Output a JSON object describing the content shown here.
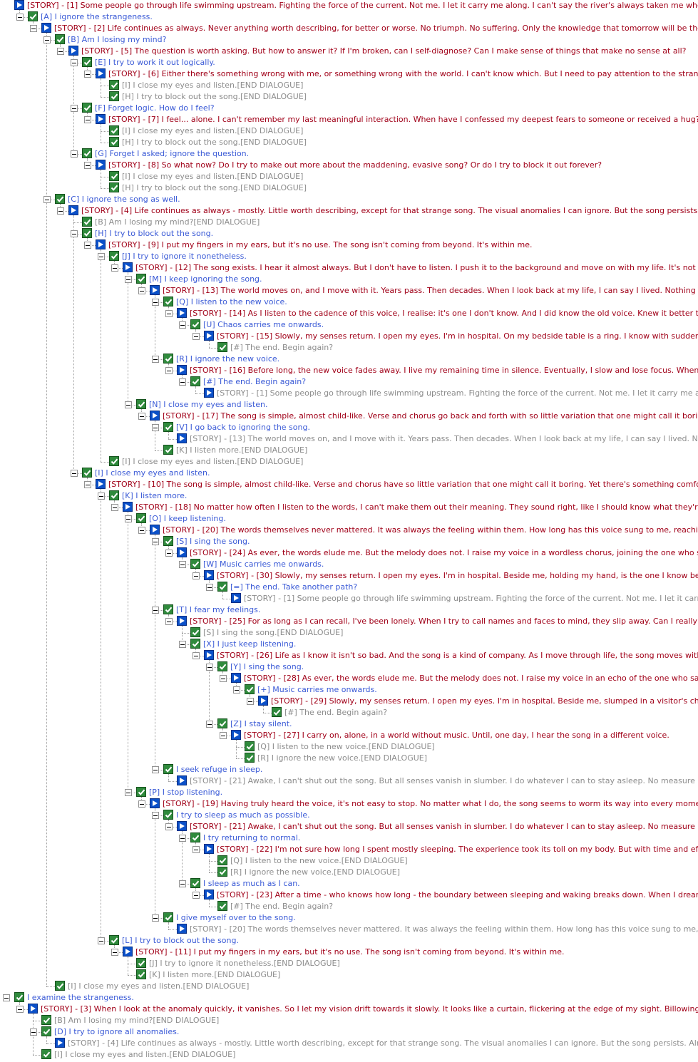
{
  "window": {
    "title": "Dialogue tree"
  },
  "colors": {
    "story_text": "#a00018",
    "choice_text": "#3a5ad6",
    "end_text": "#8c8c8c",
    "story_icon": "#0b50c8",
    "choice_icon": "#2f8a3c"
  },
  "icons": {
    "story": "story-node-icon",
    "choice": "choice-check-icon",
    "expander": "collapse-minus-icon"
  },
  "rows": [
    {
      "d": 0,
      "t": "s",
      "x": 0,
      "text": "[STORY] - [1] Some people go through life swimming upstream.  Fighting the force of the current.  Not me.  I let it carry me along.  I can't say the river's always taken me where I wanted, but it never tired me out."
    },
    {
      "d": 1,
      "t": "c",
      "x": 1,
      "text": "[A] I ignore the strangeness."
    },
    {
      "d": 2,
      "t": "s",
      "x": 1,
      "text": "[STORY] - [2] Life continues as always.  Never anything worth describing, for better or worse.  No triumph.  No suffering.  Only the knowledge that tomorrow will be the same as yesterday.  Sometimes I wonder..."
    },
    {
      "d": 3,
      "t": "c",
      "x": 1,
      "text": "[B] Am I losing my mind?"
    },
    {
      "d": 4,
      "t": "s",
      "x": 1,
      "text": "[STORY] - [5] The question is worth asking.  But how to answer it?  If I'm broken, can I self-diagnose? Can I make sense of things that make no sense at all?"
    },
    {
      "d": 5,
      "t": "c",
      "x": 1,
      "text": "[E] I try to work it out logically."
    },
    {
      "d": 6,
      "t": "s",
      "x": 1,
      "text": "[STORY] - [6] Either there's something wrong with me, or something wrong with the world.  I can't know which.  But I need to pay attention to the strange signals I'm getting.  I won't let them go."
    },
    {
      "d": 7,
      "t": "c",
      "x": 0,
      "g": 1,
      "text": "[I] I close my eyes and listen.[END DIALOGUE]"
    },
    {
      "d": 7,
      "t": "c",
      "x": 0,
      "g": 1,
      "text": "[H] I try to block out the song.[END DIALOGUE]"
    },
    {
      "d": 5,
      "t": "c",
      "x": 1,
      "text": "[F] Forget logic.  How do I feel?"
    },
    {
      "d": 6,
      "t": "s",
      "x": 1,
      "text": "[STORY] - [7] I feel... alone.  I can't remember my last meaningful interaction.  When have I confessed my deepest fears to someone or received a hug?  I can't remember, yet I can't shake the feeling."
    },
    {
      "d": 7,
      "t": "c",
      "x": 0,
      "g": 1,
      "text": "[I] I close my eyes and listen.[END DIALOGUE]"
    },
    {
      "d": 7,
      "t": "c",
      "x": 0,
      "g": 1,
      "text": "[H] I try to block out the song.[END DIALOGUE]"
    },
    {
      "d": 5,
      "t": "c",
      "x": 1,
      "text": "[G] Forget I asked; ignore the question."
    },
    {
      "d": 6,
      "t": "s",
      "x": 1,
      "text": "[STORY] - [8] So what now?  Do I try to make out more about the maddening, evasive song?  Or do I try to block it out forever?"
    },
    {
      "d": 7,
      "t": "c",
      "x": 0,
      "g": 1,
      "text": "[I] I close my eyes and listen.[END DIALOGUE]"
    },
    {
      "d": 7,
      "t": "c",
      "x": 0,
      "g": 1,
      "text": "[H] I try to block out the song.[END DIALOGUE]"
    },
    {
      "d": 3,
      "t": "c",
      "x": 1,
      "text": "[C] I ignore the song as well."
    },
    {
      "d": 4,
      "t": "s",
      "x": 1,
      "text": "[STORY] - [4] Life continues as always - mostly.  Little worth describing, except for that strange song.  The visual anomalies I can ignore.  But the song persists.  Already familiar when I first heard it."
    },
    {
      "d": 5,
      "t": "c",
      "x": 0,
      "g": 1,
      "text": "[B] Am I losing my mind?[END DIALOGUE]"
    },
    {
      "d": 5,
      "t": "c",
      "x": 1,
      "text": "[H] I try to block out the song."
    },
    {
      "d": 6,
      "t": "s",
      "x": 1,
      "text": "[STORY] - [9] I put my fingers in my ears, but it's no use.  The song isn't coming from beyond.  It's within me."
    },
    {
      "d": 7,
      "t": "c",
      "x": 1,
      "text": "[J] I try to ignore it nonetheless."
    },
    {
      "d": 8,
      "t": "s",
      "x": 1,
      "text": "[STORY] - [12] The song exists.  I hear it almost always.  But I don't have to listen.  I push it to the background and move on with my life.  It's not always easy.  Sometimes, I catch myself humming."
    },
    {
      "d": 9,
      "t": "c",
      "x": 1,
      "text": "[M] I keep ignoring the song."
    },
    {
      "d": 10,
      "t": "s",
      "x": 1,
      "text": "[STORY] - [13] The world moves on, and I move with it.  Years pass.  Then decades.  When I look back at my life, I can say I lived.  Nothing more, nothing less.  If only..."
    },
    {
      "d": 11,
      "t": "c",
      "x": 1,
      "text": "[Q] I listen to the new voice."
    },
    {
      "d": 12,
      "t": "s",
      "x": 1,
      "text": "[STORY] - [14] As I listen to the cadence of this voice, I realise: it's one I don't know.  And I did know the old voice.  Knew it better than any other.  How could I forget?"
    },
    {
      "d": 13,
      "t": "c",
      "x": 1,
      "text": "[U] Chaos carries me onwards."
    },
    {
      "d": 14,
      "t": "s",
      "x": 1,
      "text": "[STORY] - [15] Slowly, my senses return.  I open my eyes.  I'm in hospital.  On my bedside table is a ring.  I know with sudden clarity to whom it belongs."
    },
    {
      "d": 15,
      "t": "c",
      "x": 0,
      "g": 1,
      "text": "[#] The end.  Begin again?"
    },
    {
      "d": 11,
      "t": "c",
      "x": 1,
      "text": "[R] I ignore the new voice."
    },
    {
      "d": 12,
      "t": "s",
      "x": 1,
      "text": "[STORY] - [16] Before long, the new voice fades away.  I live my remaining time in silence.  Eventually, I slow and lose focus.  When the end approaches, it is quiet."
    },
    {
      "d": 13,
      "t": "c",
      "x": 1,
      "text": "[#] The end.  Begin again?"
    },
    {
      "d": 14,
      "t": "s",
      "x": 0,
      "g": 1,
      "text": "[STORY] - [1] Some people go through life swimming upstream.  Fighting the force of the current.  Not me.  I let it carry me along.  I can't say the river's always taken me where I wanted."
    },
    {
      "d": 9,
      "t": "c",
      "x": 1,
      "text": "[N] I close my eyes and listen."
    },
    {
      "d": 10,
      "t": "s",
      "x": 1,
      "text": "[STORY] - [17] The song is simple, almost child-like.  Verse and chorus go back and forth with so little variation that one might call it boring.  Yet there's something comforting about it."
    },
    {
      "d": 11,
      "t": "c",
      "x": 1,
      "text": "[V] I go back to ignoring the song."
    },
    {
      "d": 12,
      "t": "s",
      "x": 0,
      "g": 1,
      "text": "[STORY] - [13] The world moves on, and I move with it.  Years pass.  Then decades.  When I look back at my life, I can say I lived.  Nothing more, nothing less."
    },
    {
      "d": 11,
      "t": "c",
      "x": 0,
      "g": 1,
      "text": "[K] I listen more.[END DIALOGUE]"
    },
    {
      "d": 7,
      "t": "c",
      "x": 0,
      "g": 1,
      "text": "[I] I close my eyes and listen.[END DIALOGUE]"
    },
    {
      "d": 5,
      "t": "c",
      "x": 1,
      "text": "[I] I close my eyes and listen."
    },
    {
      "d": 6,
      "t": "s",
      "x": 1,
      "text": "[STORY] - [10] The song is simple, almost child-like.  Verse and chorus have so little variation that one might call it boring.  Yet there's something comforting about it.  Like a warm drink on a cold day."
    },
    {
      "d": 7,
      "t": "c",
      "x": 1,
      "text": "[K] I listen more."
    },
    {
      "d": 8,
      "t": "s",
      "x": 1,
      "text": "[STORY] - [18] No matter how often I listen to the words, I can't make them out their meaning.  They sound right, like I should know what they're saying.  But I don't.  Instead, I feel."
    },
    {
      "d": 9,
      "t": "c",
      "x": 1,
      "text": "[O] I keep listening."
    },
    {
      "d": 10,
      "t": "s",
      "x": 1,
      "text": "[STORY] - [20] The words themselves never mattered.  It was always the feeling within them.  How long has this voice sung to me, reaching out to my loneliness?  How long?"
    },
    {
      "d": 11,
      "t": "c",
      "x": 1,
      "text": "[S] I sing the song."
    },
    {
      "d": 12,
      "t": "s",
      "x": 1,
      "text": "[STORY] - [24] As ever, the words elude me.  But the melody does not.  I raise my voice in a wordless chorus, joining the one who sings to me.  It's not easy."
    },
    {
      "d": 13,
      "t": "c",
      "x": 1,
      "text": "[W] Music carries me onwards."
    },
    {
      "d": 14,
      "t": "s",
      "x": 1,
      "text": "[STORY] - [30] Slowly, my senses return.  I open my eyes.  I'm in hospital.  Beside me, holding my hand, is the one I know better than anyone else.  And now I remember."
    },
    {
      "d": 15,
      "t": "c",
      "x": 1,
      "text": "[=] The end.  Take another path?"
    },
    {
      "d": 16,
      "t": "s",
      "x": 0,
      "g": 1,
      "text": "[STORY] - [1] Some people go through life swimming upstream.  Fighting the force of the current.  Not me.  I let it carry me along.  I can't say the river's always taken me where I wanted."
    },
    {
      "d": 11,
      "t": "c",
      "x": 1,
      "text": "[T] I fear my feelings."
    },
    {
      "d": 12,
      "t": "s",
      "x": 1,
      "text": "[STORY] - [25] For as long as I can recall, I've been lonely.  When I try to call names and faces to mind, they slip away.  Can I really reach out to the singer, or not?"
    },
    {
      "d": 13,
      "t": "c",
      "x": 0,
      "g": 1,
      "text": "[S] I sing the song.[END DIALOGUE]"
    },
    {
      "d": 13,
      "t": "c",
      "x": 1,
      "text": "[X] I just keep listening."
    },
    {
      "d": 14,
      "t": "s",
      "x": 1,
      "text": "[STORY] - [26] Life as I know it isn't so bad.  And the song is a kind of company.  As I move through life, the song moves with me.  Ever-present.  Yet distant."
    },
    {
      "d": 15,
      "t": "c",
      "x": 1,
      "text": "[Y] I sing the song."
    },
    {
      "d": 16,
      "t": "s",
      "x": 1,
      "text": "[STORY] - [28] As ever, the words elude me.  But the melody does not.  I raise my voice in an echo of the one who sang to me for so long.The voice answers."
    },
    {
      "d": 17,
      "t": "c",
      "x": 1,
      "text": "[+] Music carries me onwards."
    },
    {
      "d": 18,
      "t": "s",
      "x": 1,
      "text": "[STORY] - [29] Slowly, my senses return.  I open my eyes.  I'm in hospital.  Beside me, slumped in a visitor's chair, is the one I know better than anyone."
    },
    {
      "d": 19,
      "t": "c",
      "x": 0,
      "g": 1,
      "text": "[#] The end.  Begin again?"
    },
    {
      "d": 15,
      "t": "c",
      "x": 1,
      "text": "[Z] I stay silent."
    },
    {
      "d": 16,
      "t": "s",
      "x": 1,
      "text": "[STORY] - [27] I carry on, alone, in a world without music.  Until, one day, I hear the song in a different voice."
    },
    {
      "d": 17,
      "t": "c",
      "x": 0,
      "g": 1,
      "text": "[Q] I listen to the new voice.[END DIALOGUE]"
    },
    {
      "d": 17,
      "t": "c",
      "x": 0,
      "g": 1,
      "text": "[R] I ignore the new voice.[END DIALOGUE]"
    },
    {
      "d": 11,
      "t": "c",
      "x": 1,
      "text": "I seek refuge in sleep."
    },
    {
      "d": 12,
      "t": "s",
      "x": 0,
      "g": 1,
      "text": "[STORY] - [21] Awake, I can't shut out the song.  But all senses vanish in slumber.  I do whatever I can to stay asleep.  No measure is too drastic.  My health suffers."
    },
    {
      "d": 9,
      "t": "c",
      "x": 1,
      "text": "[P] I stop listening."
    },
    {
      "d": 10,
      "t": "s",
      "x": 1,
      "text": "[STORY] - [19] Having truly heard the voice, it's not easy to stop.  No matter what I do, the song seems to worm its way into every moment.  The strange sights become clearer."
    },
    {
      "d": 11,
      "t": "c",
      "x": 1,
      "text": "I try to sleep as much as possible."
    },
    {
      "d": 12,
      "t": "s",
      "x": 1,
      "text": "[STORY] - [21] Awake, I can't shut out the song.  But all senses vanish in slumber.  I do whatever I can to stay asleep.  No measure is too drastic.  My health suffers."
    },
    {
      "d": 13,
      "t": "c",
      "x": 1,
      "text": "I try returning to normal."
    },
    {
      "d": 14,
      "t": "s",
      "x": 1,
      "text": "[STORY] - [22] I'm not sure how long I spent mostly sleeping.  The experience took its toll on my body.  But with time and effort, I slowly return to normal."
    },
    {
      "d": 15,
      "t": "c",
      "x": 0,
      "g": 1,
      "text": "[Q] I listen to the new voice.[END DIALOGUE]"
    },
    {
      "d": 15,
      "t": "c",
      "x": 0,
      "g": 1,
      "text": "[R] I ignore the new voice.[END DIALOGUE]"
    },
    {
      "d": 13,
      "t": "c",
      "x": 1,
      "text": "I sleep as much as I can."
    },
    {
      "d": 14,
      "t": "s",
      "x": 1,
      "text": "[STORY] - [23] After a time - who knows how long - the boundary between sleeping and waking breaks down.  When I dream, I see myself as I used to be."
    },
    {
      "d": 15,
      "t": "c",
      "x": 0,
      "g": 1,
      "text": "[#] The end.  Begin again?"
    },
    {
      "d": 11,
      "t": "c",
      "x": 1,
      "text": "I give myself over to the song."
    },
    {
      "d": 12,
      "t": "s",
      "x": 0,
      "g": 1,
      "text": "[STORY] - [20] The words themselves never mattered.  It was always the feeling within them.  How long has this voice sung to me, reaching out to my loneliness?"
    },
    {
      "d": 7,
      "t": "c",
      "x": 1,
      "text": "[L] I try to block out the song."
    },
    {
      "d": 8,
      "t": "s",
      "x": 1,
      "text": "[STORY] - [11] I put my fingers in my ears, but it's no use.  The song isn't coming from beyond.  It's within me."
    },
    {
      "d": 9,
      "t": "c",
      "x": 0,
      "g": 1,
      "text": "[J] I try to ignore it nonetheless.[END DIALOGUE]"
    },
    {
      "d": 9,
      "t": "c",
      "x": 0,
      "g": 1,
      "text": "[K] I listen more.[END DIALOGUE]"
    },
    {
      "d": 3,
      "t": "c",
      "x": 0,
      "g": 1,
      "text": "[I] I close my eyes and listen.[END DIALOGUE]"
    },
    {
      "d": 0,
      "t": "c",
      "x": 1,
      "text": "I examine the strangeness."
    },
    {
      "d": 1,
      "t": "s",
      "x": 1,
      "text": "[STORY] - [3] When I look at the anomaly quickly, it vanishes.  So I let my vision drift towards it slowly.  It looks like a curtain, flickering at the edge of my sight.  Billowing in the wind, though the air is still."
    },
    {
      "d": 2,
      "t": "c",
      "x": 0,
      "g": 1,
      "text": "[B] Am I losing my mind?[END DIALOGUE]"
    },
    {
      "d": 2,
      "t": "c",
      "x": 1,
      "text": "[D] I try to ignore all anomalies."
    },
    {
      "d": 3,
      "t": "s",
      "x": 0,
      "g": 1,
      "text": "[STORY] - [4] Life continues as always - mostly.  Little worth describing, except for that strange song.  The visual anomalies I can ignore.  But the song persists.  Already familiar when I first heard it."
    },
    {
      "d": 2,
      "t": "c",
      "x": 0,
      "g": 1,
      "text": "[I] I close my eyes and listen.[END DIALOGUE]"
    }
  ]
}
